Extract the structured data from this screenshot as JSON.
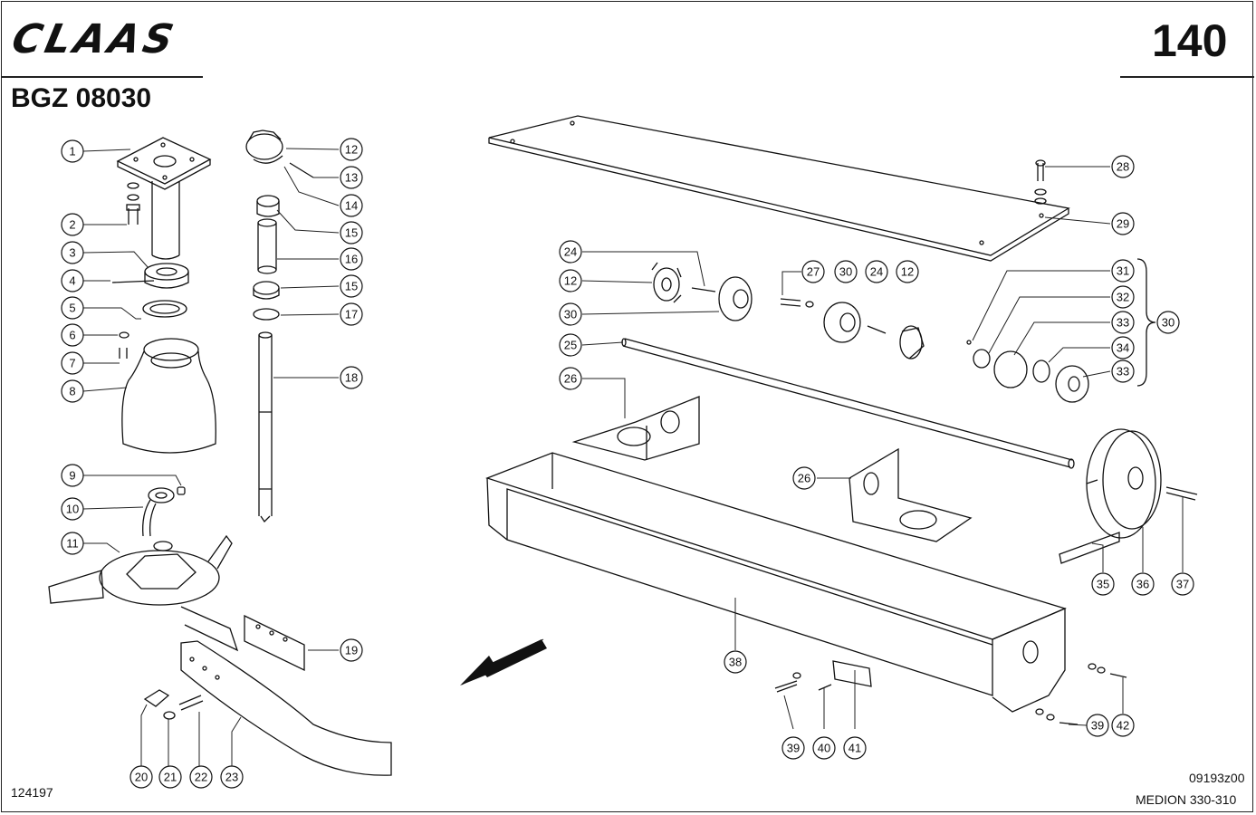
{
  "header": {
    "brand": "CLAAS",
    "sheet_number": "140",
    "group_code": "BGZ 08030"
  },
  "footer": {
    "drawing_number": "124197",
    "image_reference": "09193z00",
    "model": "MEDION 330-310"
  },
  "callouts": [
    {
      "label": "1"
    },
    {
      "label": "2"
    },
    {
      "label": "3"
    },
    {
      "label": "4"
    },
    {
      "label": "5"
    },
    {
      "label": "6"
    },
    {
      "label": "7"
    },
    {
      "label": "8"
    },
    {
      "label": "9"
    },
    {
      "label": "10"
    },
    {
      "label": "11"
    },
    {
      "label": "12"
    },
    {
      "label": "13"
    },
    {
      "label": "14"
    },
    {
      "label": "15"
    },
    {
      "label": "16"
    },
    {
      "label": "15"
    },
    {
      "label": "17"
    },
    {
      "label": "18"
    },
    {
      "label": "19"
    },
    {
      "label": "20"
    },
    {
      "label": "21"
    },
    {
      "label": "22"
    },
    {
      "label": "23"
    },
    {
      "label": "24"
    },
    {
      "label": "12"
    },
    {
      "label": "30"
    },
    {
      "label": "25"
    },
    {
      "label": "26"
    },
    {
      "label": "27"
    },
    {
      "label": "30"
    },
    {
      "label": "24"
    },
    {
      "label": "12"
    },
    {
      "label": "28"
    },
    {
      "label": "29"
    },
    {
      "label": "31"
    },
    {
      "label": "32"
    },
    {
      "label": "33"
    },
    {
      "label": "34"
    },
    {
      "label": "33"
    },
    {
      "label": "30"
    },
    {
      "label": "26"
    },
    {
      "label": "35"
    },
    {
      "label": "36"
    },
    {
      "label": "37"
    },
    {
      "label": "38"
    },
    {
      "label": "39"
    },
    {
      "label": "40"
    },
    {
      "label": "41"
    },
    {
      "label": "39"
    },
    {
      "label": "42"
    }
  ]
}
